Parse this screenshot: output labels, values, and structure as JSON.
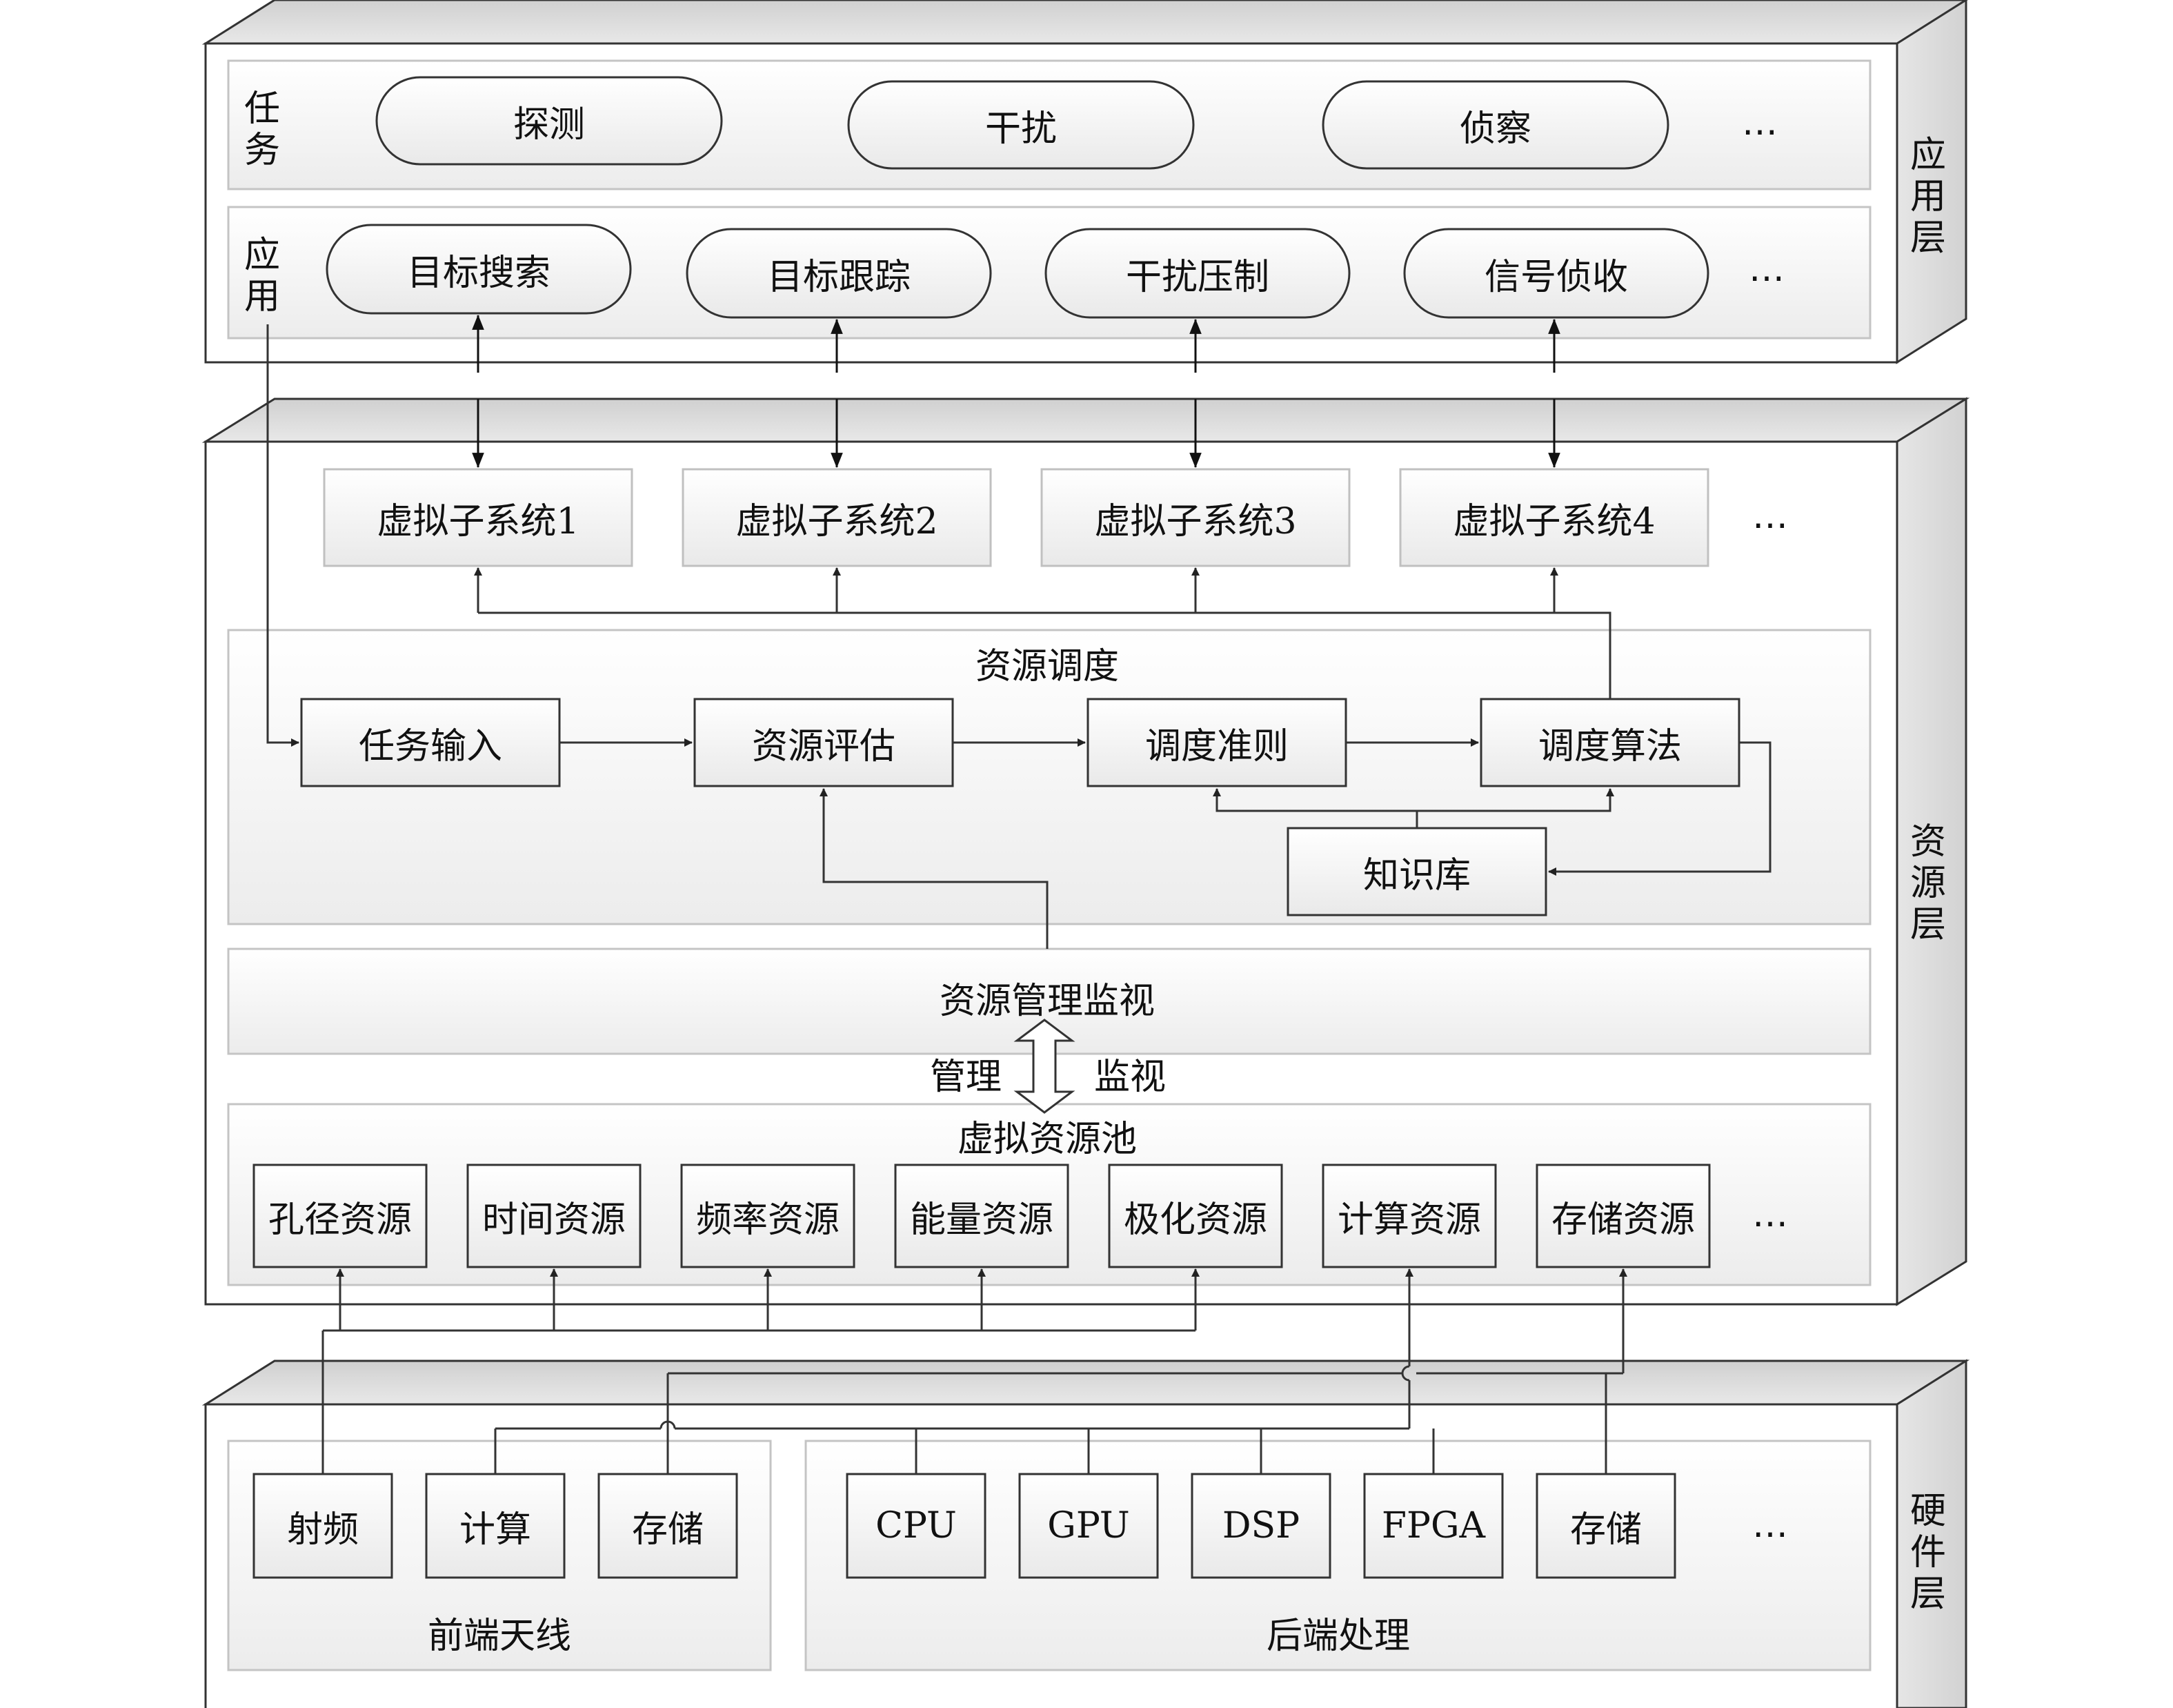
{
  "layers": {
    "application": "应用层",
    "resource": "资源层",
    "hardware": "硬件层"
  },
  "app_layer": {
    "task_row_label": "任务",
    "tasks": [
      "探测",
      "干扰",
      "侦察"
    ],
    "app_row_label": "应用",
    "apps": [
      "目标搜索",
      "目标跟踪",
      "干扰压制",
      "信号侦收"
    ],
    "ellipsis": "…"
  },
  "resource_layer": {
    "virtual_subsystems": [
      "虚拟子系统1",
      "虚拟子系统2",
      "虚拟子系统3",
      "虚拟子系统4"
    ],
    "scheduling_title": "资源调度",
    "scheduling_steps": [
      "任务输入",
      "资源评估",
      "调度准则",
      "调度算法"
    ],
    "knowledge_base": "知识库",
    "monitor_title": "资源管理监视",
    "manage_label": "管理",
    "monitor_label": "监视",
    "pool_title": "虚拟资源池",
    "pool_resources": [
      "孔径资源",
      "时间资源",
      "频率资源",
      "能量资源",
      "极化资源",
      "计算资源",
      "存储资源"
    ],
    "ellipsis": "…"
  },
  "hardware_layer": {
    "frontend_title": "前端天线",
    "frontend_units": [
      "射频",
      "计算",
      "存储"
    ],
    "backend_title": "后端处理",
    "backend_units": [
      "CPU",
      "GPU",
      "DSP",
      "FPGA",
      "存储"
    ],
    "ellipsis": "…"
  }
}
